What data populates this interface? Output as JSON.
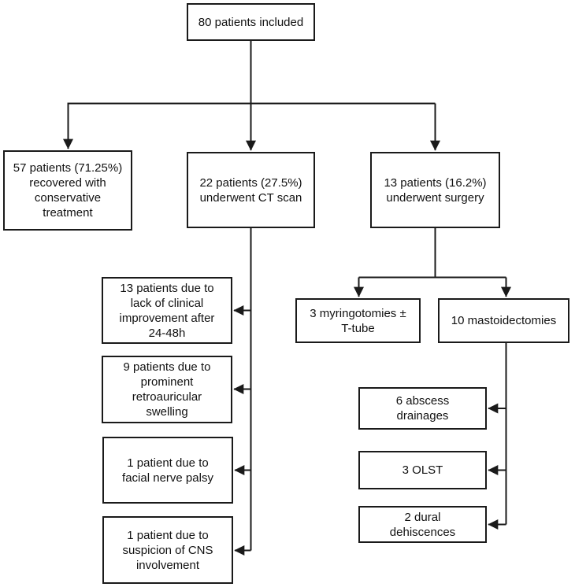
{
  "diagram": {
    "type": "flowchart",
    "background_color": "#ffffff",
    "line_color": "#1a1a1a",
    "nodes": {
      "root": {
        "label": "80 patients included"
      },
      "conservative": {
        "label": "57 patients (71.25%)\nrecovered with\nconservative\ntreatment"
      },
      "ct_scan": {
        "label": "22 patients (27.5%)\nunderwent CT scan"
      },
      "surgery": {
        "label": "13 patients (16.2%)\nunderwent surgery"
      },
      "no_improvement": {
        "label": "13 patients due to\nlack of clinical\nimprovement after\n24-48h"
      },
      "retroauricular": {
        "label": "9 patients due to\nprominent\nretroauricular\nswelling"
      },
      "facial_palsy": {
        "label": "1 patient due to\nfacial nerve palsy"
      },
      "cns": {
        "label": "1 patient due to\nsuspicion of CNS\ninvolvement"
      },
      "myringotomies": {
        "label": "3 myringotomies ±\nT-tube"
      },
      "mastoidectomies": {
        "label": "10 mastoidectomies"
      },
      "abscess": {
        "label": "6 abscess\ndrainages"
      },
      "olst": {
        "label": "3 OLST"
      },
      "dural": {
        "label": "2 dural\ndehiscences"
      }
    }
  }
}
